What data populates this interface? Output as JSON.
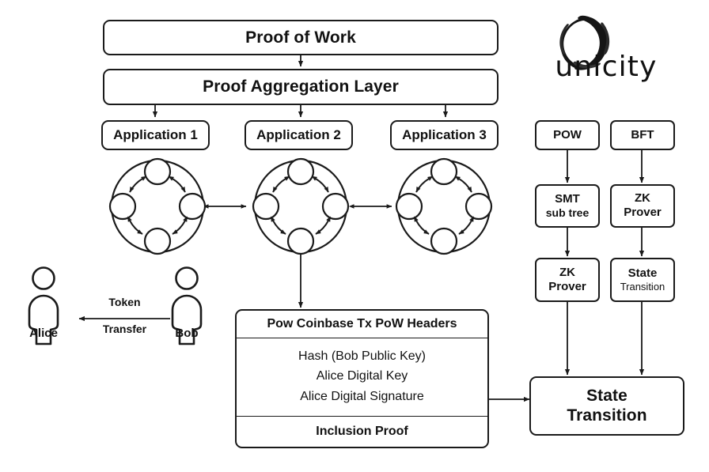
{
  "diagram": {
    "title": "Unicity proof aggregation architecture",
    "brand": {
      "name": "unicity",
      "logo_icon": "enso-ring-icon",
      "color": "#121212"
    },
    "colors": {
      "stroke": "#1a1a1a",
      "text": "#111111",
      "background": "#ffffff"
    },
    "layers": {
      "proof_of_work": "Proof of Work",
      "proof_aggregation_layer": "Proof Aggregation Layer"
    },
    "applications": [
      {
        "label": "Application 1",
        "network_icon": "peer-ring-icon",
        "peers": 4
      },
      {
        "label": "Application 2",
        "network_icon": "peer-ring-icon",
        "peers": 4
      },
      {
        "label": "Application 3",
        "network_icon": "peer-ring-icon",
        "peers": 4
      }
    ],
    "people": [
      {
        "id": "alice",
        "name": "Alice",
        "icon": "person-icon"
      },
      {
        "id": "bob",
        "name": "Bob",
        "icon": "person-icon"
      }
    ],
    "transfer": {
      "line1": "Token",
      "line2": "Transfer",
      "direction": "bob-to-alice"
    },
    "transaction_card": {
      "header": "Pow Coinbase Tx  PoW Headers",
      "body": [
        "Hash (Bob Public Key)",
        "Alice Digital Key",
        "Alice Digital Signature"
      ],
      "footer": "Inclusion Proof"
    },
    "consensus_columns": [
      {
        "id": "pow-column",
        "nodes": [
          {
            "label": "POW",
            "lines": [
              "POW"
            ]
          },
          {
            "label": "SMT sub tree",
            "lines": [
              "SMT",
              "sub tree"
            ]
          },
          {
            "label": "ZK Prover",
            "lines": [
              "ZK",
              "Prover"
            ]
          }
        ]
      },
      {
        "id": "bft-column",
        "nodes": [
          {
            "label": "BFT",
            "lines": [
              "BFT"
            ]
          },
          {
            "label": "ZK Prover",
            "lines": [
              "ZK",
              "Prover"
            ]
          },
          {
            "label": "State Transition",
            "lines": [
              "State",
              "Transition"
            ]
          }
        ]
      }
    ],
    "state_transition": {
      "line1": "State",
      "line2": "Transition"
    }
  }
}
